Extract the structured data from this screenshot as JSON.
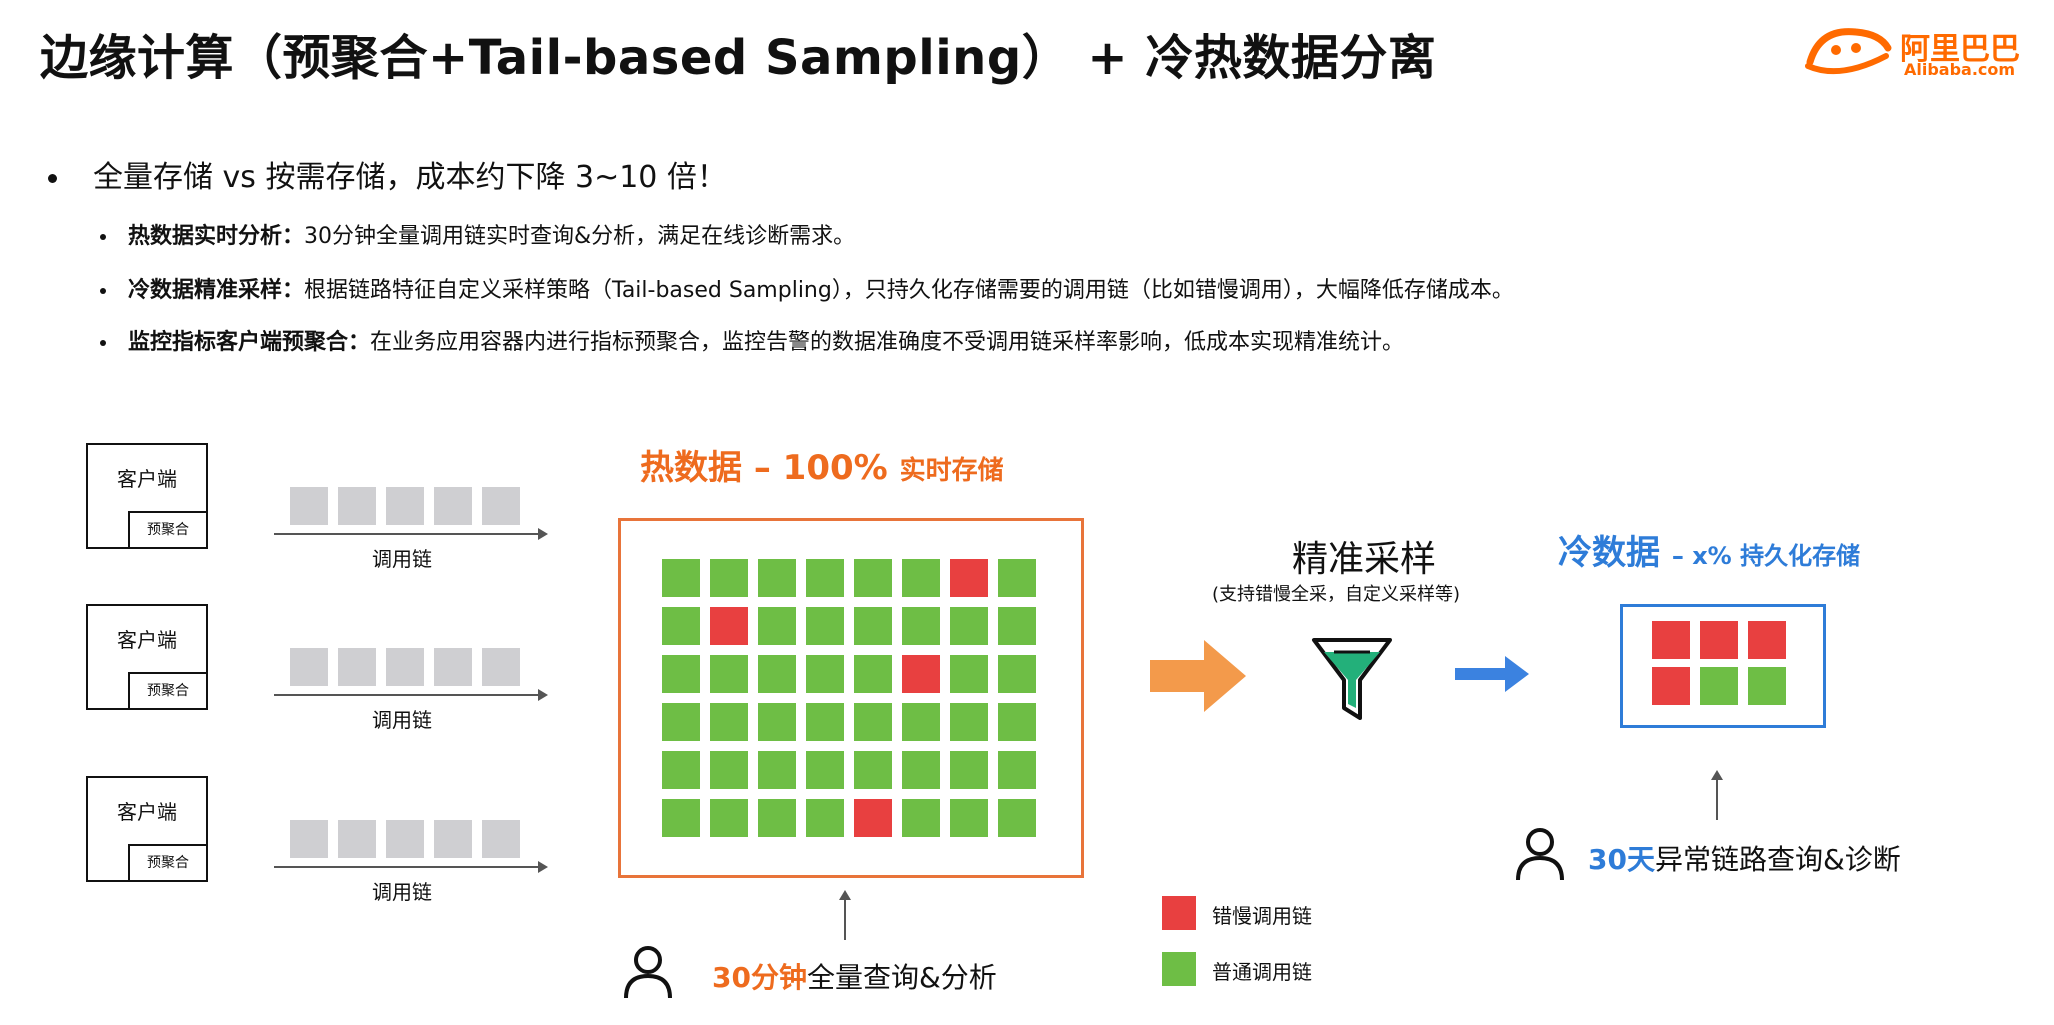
{
  "title": "边缘计算（预聚合+Tail-based Sampling） + 冷热数据分离",
  "logo": {
    "brand": "阿里巴巴",
    "sub": "Alibaba.com"
  },
  "bullets": {
    "main": "全量存储 vs  按需存储，成本约下降 3~10 倍！",
    "items": [
      {
        "term": "热数据实时分析：",
        "desc": "30分钟全量调用链实时查询&分析，满足在线诊断需求。"
      },
      {
        "term": "冷数据精准采样：",
        "desc": "根据链路特征自定义采样策略（Tail-based Sampling），只持久化存储需要的调用链（比如错慢调用），大幅降低存储成本。"
      },
      {
        "term": "监控指标客户端预聚合：",
        "desc": "在业务应用容器内进行指标预聚合，监控告警的数据准确度不受调用链采样率影响，低成本实现精准统计。"
      }
    ]
  },
  "clients": [
    {
      "name": "客户端",
      "pre": "预聚合",
      "chain": "调用链"
    },
    {
      "name": "客户端",
      "pre": "预聚合",
      "chain": "调用链"
    },
    {
      "name": "客户端",
      "pre": "预聚合",
      "chain": "调用链"
    }
  ],
  "hot": {
    "title": "热数据 – 100%",
    "subtitle": "实时存储",
    "grid": [
      [
        "g",
        "g",
        "g",
        "g",
        "g",
        "g",
        "r",
        "g"
      ],
      [
        "g",
        "r",
        "g",
        "g",
        "g",
        "g",
        "g",
        "g"
      ],
      [
        "g",
        "g",
        "g",
        "g",
        "g",
        "r",
        "g",
        "g"
      ],
      [
        "g",
        "g",
        "g",
        "g",
        "g",
        "g",
        "g",
        "g"
      ],
      [
        "g",
        "g",
        "g",
        "g",
        "g",
        "g",
        "g",
        "g"
      ],
      [
        "g",
        "g",
        "g",
        "g",
        "r",
        "g",
        "g",
        "g"
      ]
    ]
  },
  "hot_query": {
    "highlight": "30分钟",
    "text": "全量查询&分析"
  },
  "sampling": {
    "title": "精准采样",
    "sub": "(支持错慢全采，自定义采样等)"
  },
  "cold": {
    "title": "冷数据",
    "subtitle": "– x% 持久化存储",
    "grid": [
      [
        "r",
        "r",
        "r"
      ],
      [
        "r",
        "g",
        "g"
      ]
    ]
  },
  "cold_query": {
    "highlight": "30天",
    "text": "异常链路查询&诊断"
  },
  "legend": [
    {
      "label": "错慢调用链",
      "color": "#e84040"
    },
    {
      "label": "普通调用链",
      "color": "#6ebe45"
    }
  ]
}
